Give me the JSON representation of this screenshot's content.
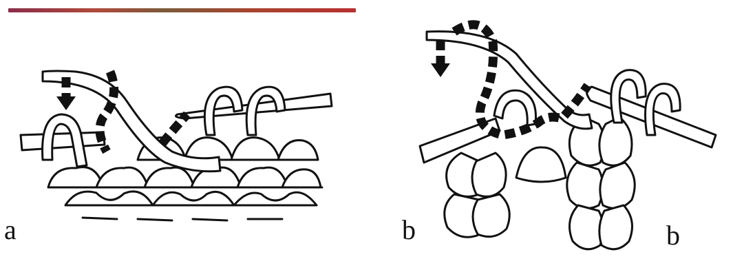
{
  "figure": {
    "panel_a": {
      "label": "a"
    },
    "panel_b": {
      "label_left": "b",
      "label_right": "b"
    },
    "colors": {
      "ink": "#111111",
      "background": "#ffffff",
      "top_bar_gradient": [
        "#8a2d4a",
        "#b04a3c",
        "#7c5a3a",
        "#a8452f",
        "#b83030"
      ]
    },
    "icons": [
      "knitting-needle",
      "yarn-strand",
      "dashed-direction-arrow",
      "stitch-loop"
    ]
  }
}
